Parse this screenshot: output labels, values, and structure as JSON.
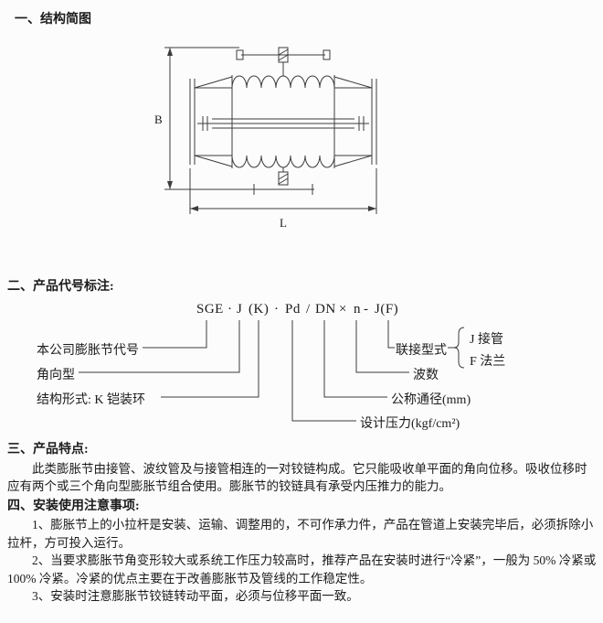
{
  "section1": {
    "heading": "一、结构简图"
  },
  "diagram": {
    "dim_vertical": "B",
    "dim_horizontal": "L"
  },
  "section2": {
    "heading": "二、产品代号标注:"
  },
  "code": {
    "segments": [
      "SGE",
      "·",
      "J",
      "(K)",
      "·",
      "Pd",
      "/",
      "DN",
      "×",
      "n",
      "-",
      "J(F)"
    ],
    "labels": {
      "company": "本公司膨胀节代号",
      "angular": "角向型",
      "structure": "结构形式: K 铠装环",
      "design_pressure": "设计压力(kgf/cm²)",
      "nominal_diameter": "公称通径(mm)",
      "wave_count": "波数",
      "connection_type": "联接型式",
      "option_pipe": "J 接管",
      "option_flange": "F 法兰"
    }
  },
  "section3": {
    "heading": "三、产品特点:",
    "body": "此类膨胀节由接管、波纹管及与接管相连的一对铰链构成。它只能吸收单平面的角向位移。吸收位移时应有两个或三个角向型膨胀节组合使用。膨胀节的铰链具有承受内压推力的能力。"
  },
  "section4": {
    "heading": "四、安装使用注意事项:",
    "items": [
      "1、膨胀节上的小拉杆是安装、运输、调整用的，不可作承力件，产品在管道上安装完毕后，必须拆除小拉杆，方可投入运行。",
      "2、当要求膨胀节角变形较大或系统工作压力较高时，推荐产品在安装时进行“冷紧”，一般为 50% 冷紧或 100% 冷紧。冷紧的优点主要在于改善膨胀节及管线的工作稳定性。",
      "3、安装时注意膨胀节铰链转动平面，必须与位移平面一致。"
    ]
  }
}
